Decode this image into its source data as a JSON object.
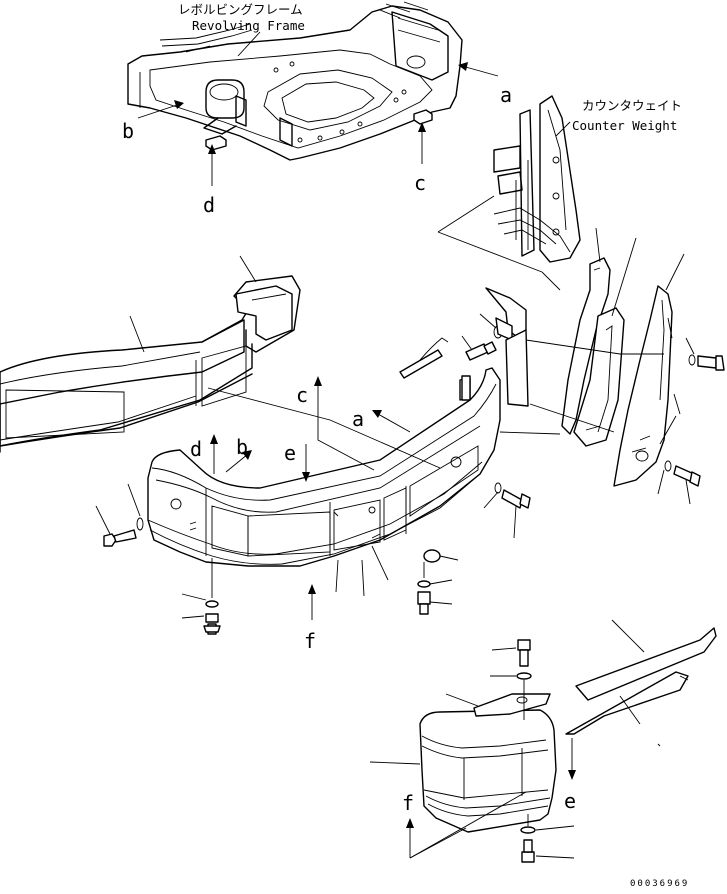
{
  "titles": {
    "revolving_frame_jp": "レボルビングフレーム",
    "revolving_frame_en": "Revolving Frame",
    "counter_weight_jp": "カウンタウェイト",
    "counter_weight_en": "Counter Weight"
  },
  "labels": {
    "a_top": "a",
    "b_top": "b",
    "c_top": "c",
    "d_top": "d",
    "c_mid": "c",
    "a_mid": "a",
    "d_mid": "d",
    "b_mid": "b",
    "e_mid": "e",
    "f_mid": "f",
    "e_low": "e",
    "f_low": "f"
  },
  "part_number": "00036969"
}
